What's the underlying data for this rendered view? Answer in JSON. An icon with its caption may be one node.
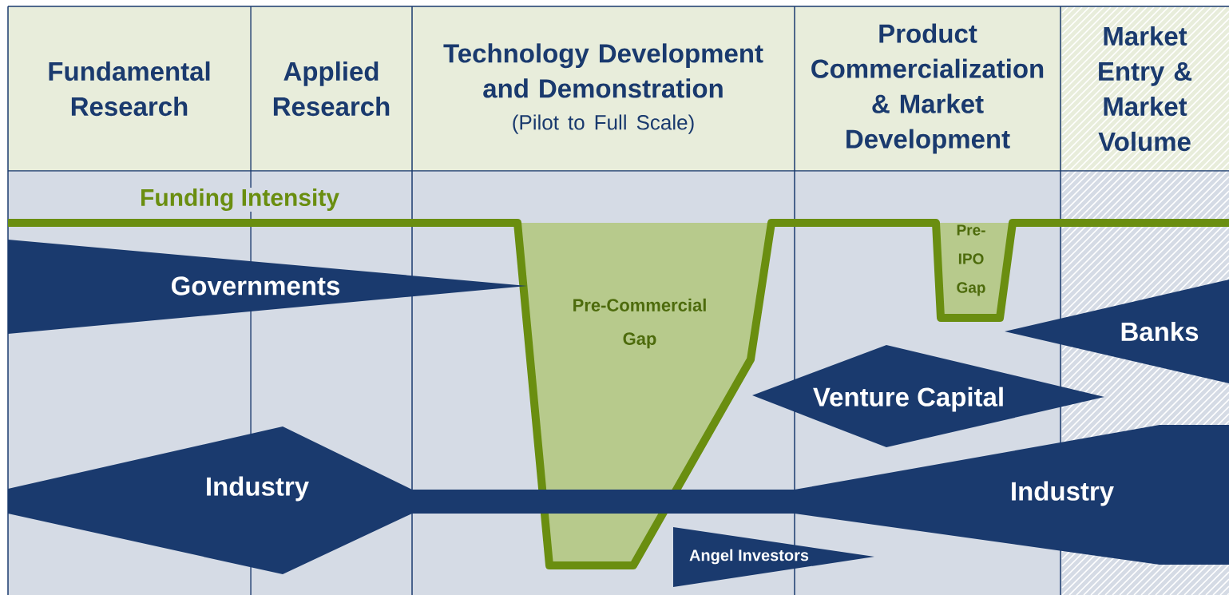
{
  "diagram": {
    "nodes": [
      {
        "text": [
          "Fundamental Research"
        ]
      },
      {
        "text": [
          "Applied Research"
        ]
      },
      {
        "text": [
          "Technology Development and Demonstration",
          "(Pilot to Full Scale)"
        ]
      },
      {
        "text": [
          "Product Commercialization & Market Development"
        ]
      },
      {
        "text": [
          "Market Entry & Market Volume"
        ]
      },
      {
        "text": [
          "Pre-Commercial Gap"
        ]
      },
      {
        "text": [
          "Pre-IPO Gap"
        ]
      },
      {
        "text": [
          "Governments"
        ]
      },
      {
        "text": [
          "Industry"
        ]
      },
      {
        "text": [
          "Venture Capital"
        ]
      },
      {
        "text": [
          "Banks"
        ]
      },
      {
        "text": [
          "Industry"
        ]
      },
      {
        "text": [
          "Angel Investors"
        ]
      }
    ],
    "labels": [
      "Funding Intensity"
    ]
  }
}
